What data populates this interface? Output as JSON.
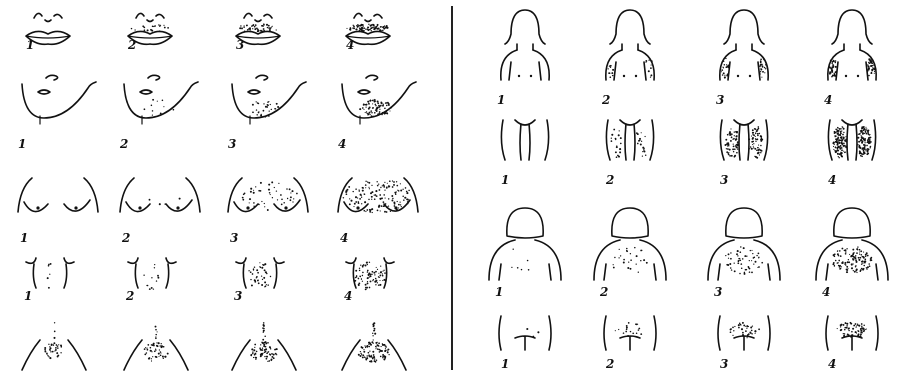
{
  "left_panel": {
    "rows": [
      {
        "region": "upper-lip",
        "grades": [
          "1",
          "2",
          "3",
          "4"
        ]
      },
      {
        "region": "chin",
        "grades": [
          "1",
          "2",
          "3",
          "4"
        ]
      },
      {
        "region": "chest",
        "grades": [
          "1",
          "2",
          "3",
          "4"
        ]
      },
      {
        "region": "upper-abdomen",
        "grades": [
          "1",
          "2",
          "3",
          "4"
        ]
      },
      {
        "region": "lower-abdomen",
        "grades": [
          "",
          "",
          "",
          ""
        ]
      }
    ]
  },
  "right_panel": {
    "rows": [
      {
        "region": "upper-arm",
        "grades": [
          "1",
          "2",
          "3",
          "4"
        ]
      },
      {
        "region": "thigh",
        "grades": [
          "1",
          "2",
          "3",
          "4"
        ]
      },
      {
        "region": "upper-back",
        "grades": [
          "1",
          "2",
          "3",
          "4"
        ]
      },
      {
        "region": "lower-back",
        "grades": [
          "1",
          "2",
          "3",
          "4"
        ]
      }
    ]
  },
  "ink_color": "#111111",
  "divider_color": "#222222"
}
